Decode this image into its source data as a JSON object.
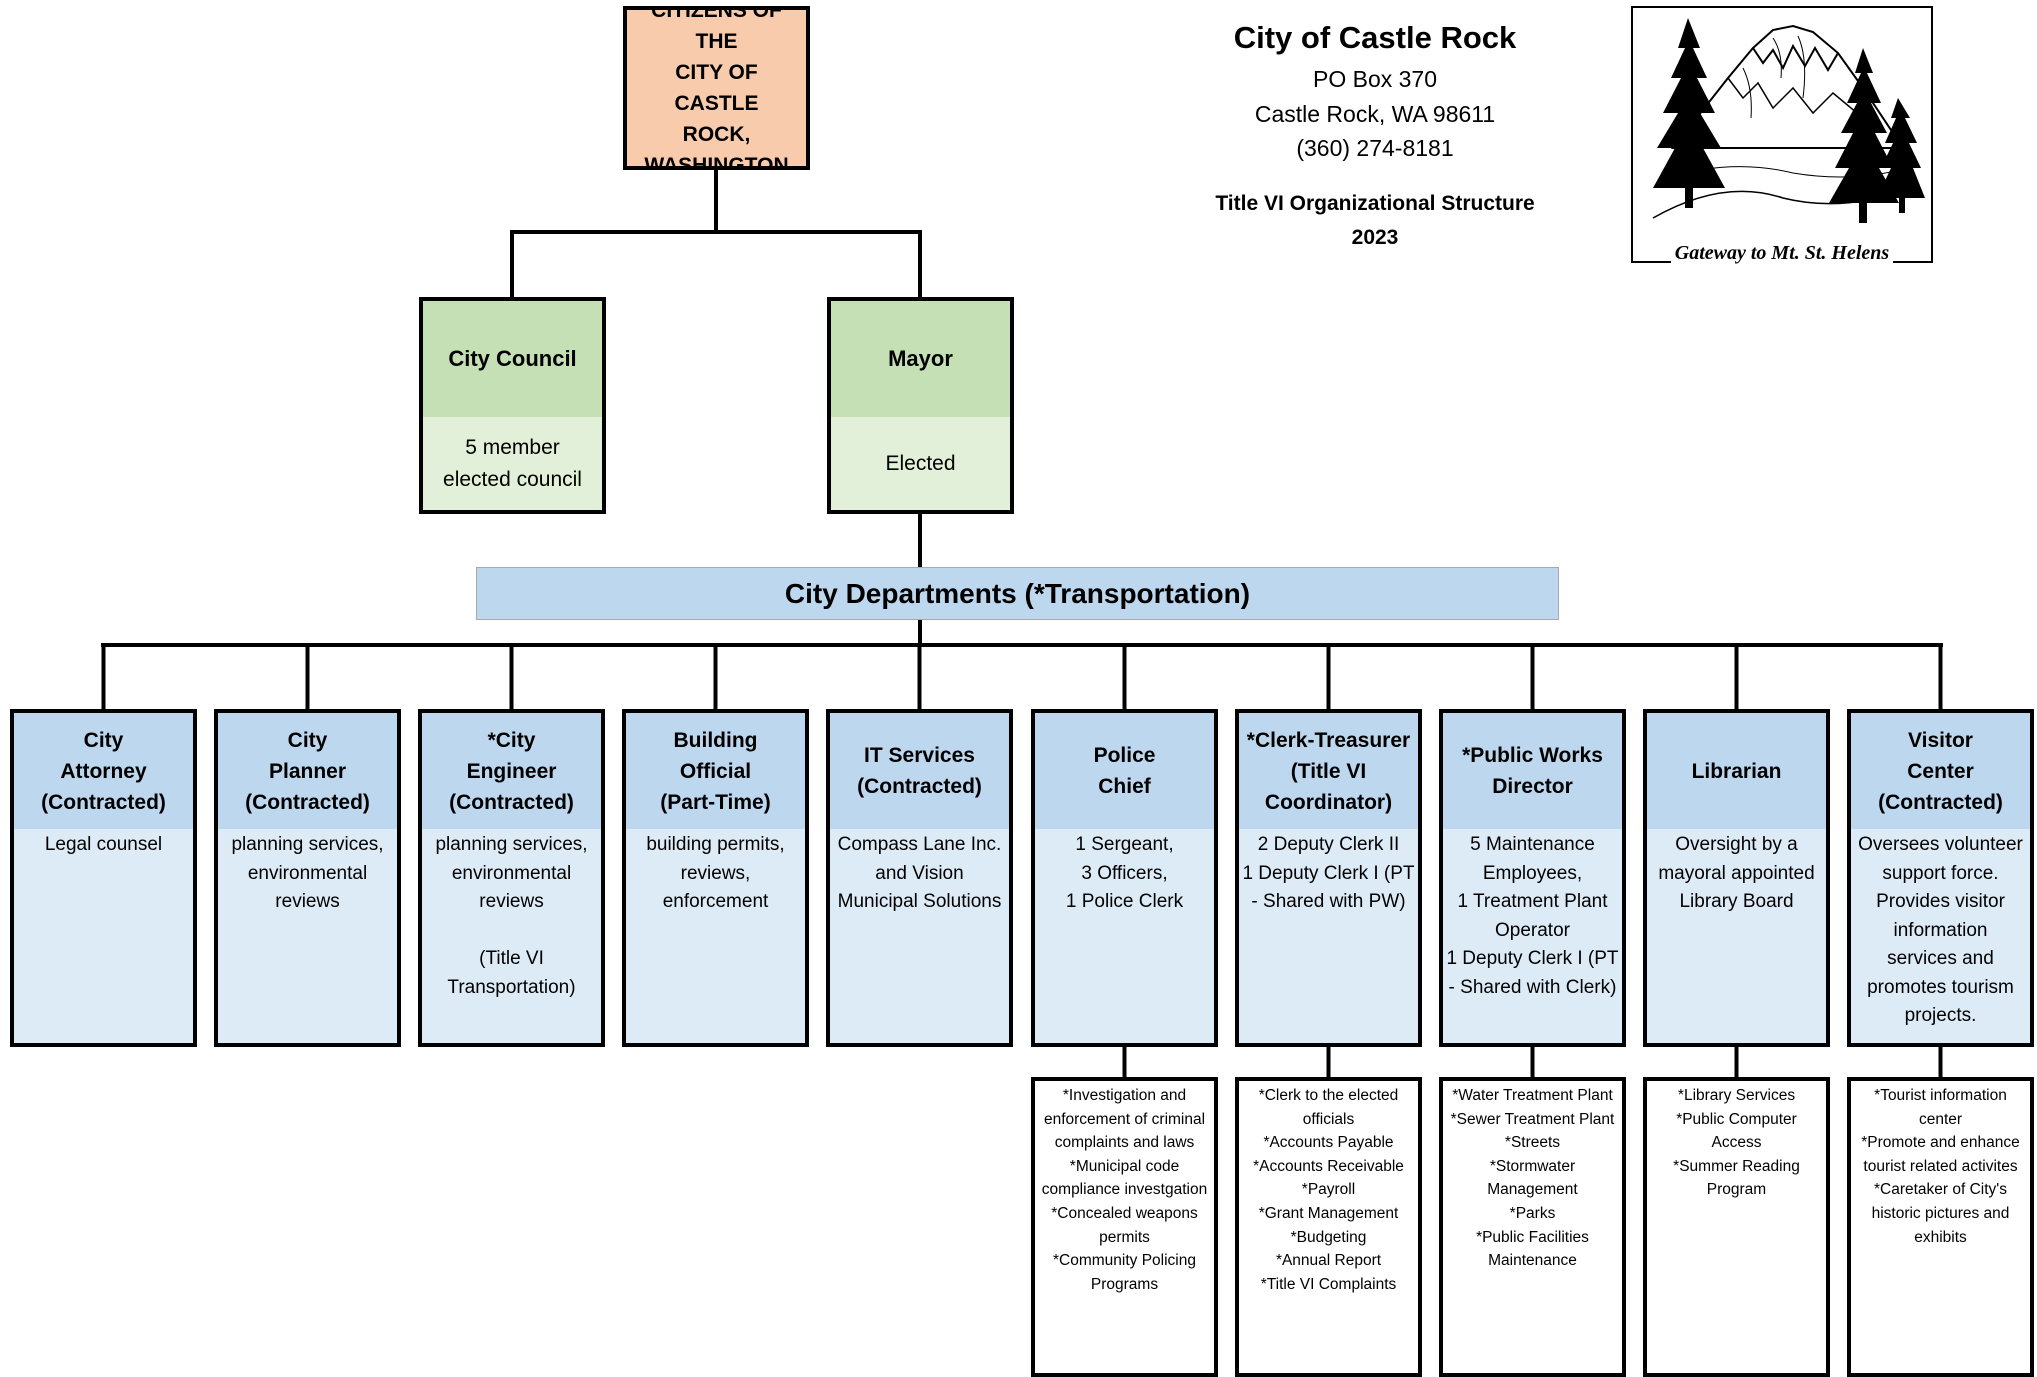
{
  "header": {
    "org_name": "City of Castle Rock",
    "address_lines": [
      "PO Box 370",
      "Castle Rock, WA 98611",
      "(360) 274-8181"
    ],
    "title_line1": "Title VI Organizational Structure",
    "title_line2": "2023"
  },
  "logo": {
    "caption": "Gateway to Mt. St. Helens",
    "icon": "mountain-trees-logo-icon"
  },
  "citizens": {
    "lines": [
      "CITIZENS OF THE",
      "CITY OF CASTLE",
      "ROCK,",
      "WASHINGTON"
    ]
  },
  "officials": [
    {
      "title": "City Council",
      "lines": [
        "5 member",
        "elected council"
      ]
    },
    {
      "title": "Mayor",
      "lines": [
        "Elected"
      ]
    }
  ],
  "departments_banner": "City Departments (*Transportation)",
  "departments": [
    {
      "title_lines": [
        "City",
        "Attorney",
        "(Contracted)"
      ],
      "desc_lines": [
        "Legal counsel"
      ],
      "functions": []
    },
    {
      "title_lines": [
        "City",
        "Planner",
        "(Contracted)"
      ],
      "desc_lines": [
        "planning services,",
        "environmental",
        "reviews"
      ],
      "functions": []
    },
    {
      "title_lines": [
        "*City",
        "Engineer",
        "(Contracted)"
      ],
      "desc_lines": [
        "planning services,",
        "environmental",
        "reviews",
        "",
        "(Title VI",
        "Transportation)"
      ],
      "functions": []
    },
    {
      "title_lines": [
        "Building",
        "Official",
        "(Part-Time)"
      ],
      "desc_lines": [
        "building permits,",
        "reviews,",
        "enforcement"
      ],
      "functions": []
    },
    {
      "title_lines": [
        "IT Services",
        "(Contracted)"
      ],
      "desc_lines": [
        "Compass Lane Inc.",
        "and Vision",
        "Municipal Solutions"
      ],
      "functions": []
    },
    {
      "title_lines": [
        "Police",
        "Chief"
      ],
      "desc_lines": [
        "1 Sergeant,",
        "3 Officers,",
        "1 Police Clerk"
      ],
      "functions": [
        "*Investigation and",
        "enforcement of criminal",
        "complaints and laws",
        "*Municipal code",
        "compliance investgation",
        "*Concealed weapons",
        "permits",
        "*Community Policing",
        "Programs"
      ]
    },
    {
      "title_lines": [
        "*Clerk-Treasurer",
        "(Title VI",
        "Coordinator)"
      ],
      "desc_lines": [
        "2 Deputy Clerk II",
        "1 Deputy Clerk I (PT",
        "- Shared with PW)"
      ],
      "functions": [
        "*Clerk to the elected",
        "officials",
        "*Accounts Payable",
        "*Accounts Receivable",
        "*Payroll",
        "*Grant Management",
        "*Budgeting",
        "*Annual Report",
        "*Title VI Complaints"
      ]
    },
    {
      "title_lines": [
        "*Public Works",
        "Director"
      ],
      "desc_lines": [
        "5 Maintenance",
        "Employees,",
        "1 Treatment Plant",
        "Operator",
        "1 Deputy Clerk I (PT",
        "- Shared with Clerk)"
      ],
      "functions": [
        "*Water Treatment Plant",
        "*Sewer Treatment Plant",
        "*Streets",
        "*Stormwater",
        "Management",
        "*Parks",
        "*Public Facilities",
        "Maintenance"
      ]
    },
    {
      "title_lines": [
        "Librarian"
      ],
      "desc_lines": [
        "Oversight by a",
        "mayoral appointed",
        "Library Board"
      ],
      "functions": [
        "*Library Services",
        "*Public Computer",
        "Access",
        "*Summer Reading",
        "Program"
      ]
    },
    {
      "title_lines": [
        "Visitor",
        "Center",
        "(Contracted)"
      ],
      "desc_lines": [
        "Oversees volunteer",
        "support force.",
        "Provides visitor",
        "information",
        "services and",
        "promotes tourism",
        "projects."
      ],
      "functions": [
        "*Tourist information",
        "center",
        "*Promote and enhance",
        "tourist related activites",
        "*Caretaker of City's",
        "historic pictures and",
        "exhibits"
      ]
    }
  ]
}
